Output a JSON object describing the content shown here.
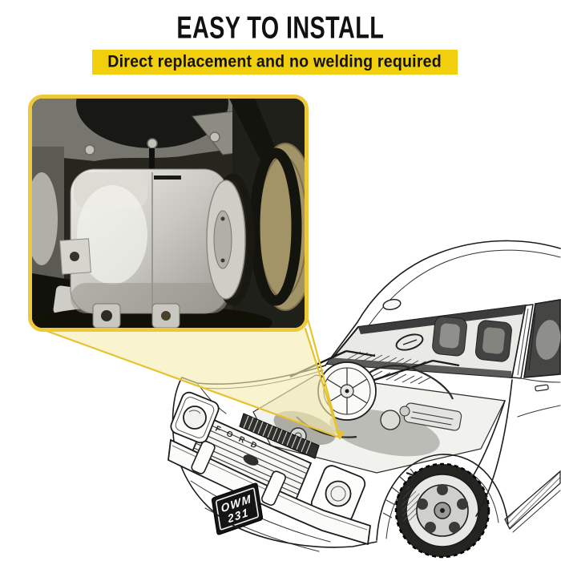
{
  "colors": {
    "banner_yellow": "#f2cf0c",
    "photo_border_yellow": "#edc83c",
    "beam_fill": "#f6ecb0",
    "beam_stroke": "#e5c22e",
    "ink": "#1c1c1c",
    "background": "#ffffff"
  },
  "header": {
    "title": "EASY TO INSTALL",
    "subtitle": "Direct replacement and no welding required"
  },
  "inset_photo": {
    "description": "New A/C compressor with clutch pulley installed in vehicle engine bay"
  },
  "car": {
    "grille_text": "FORD",
    "license_plate": {
      "line1": "OWM",
      "line2": "231"
    }
  }
}
